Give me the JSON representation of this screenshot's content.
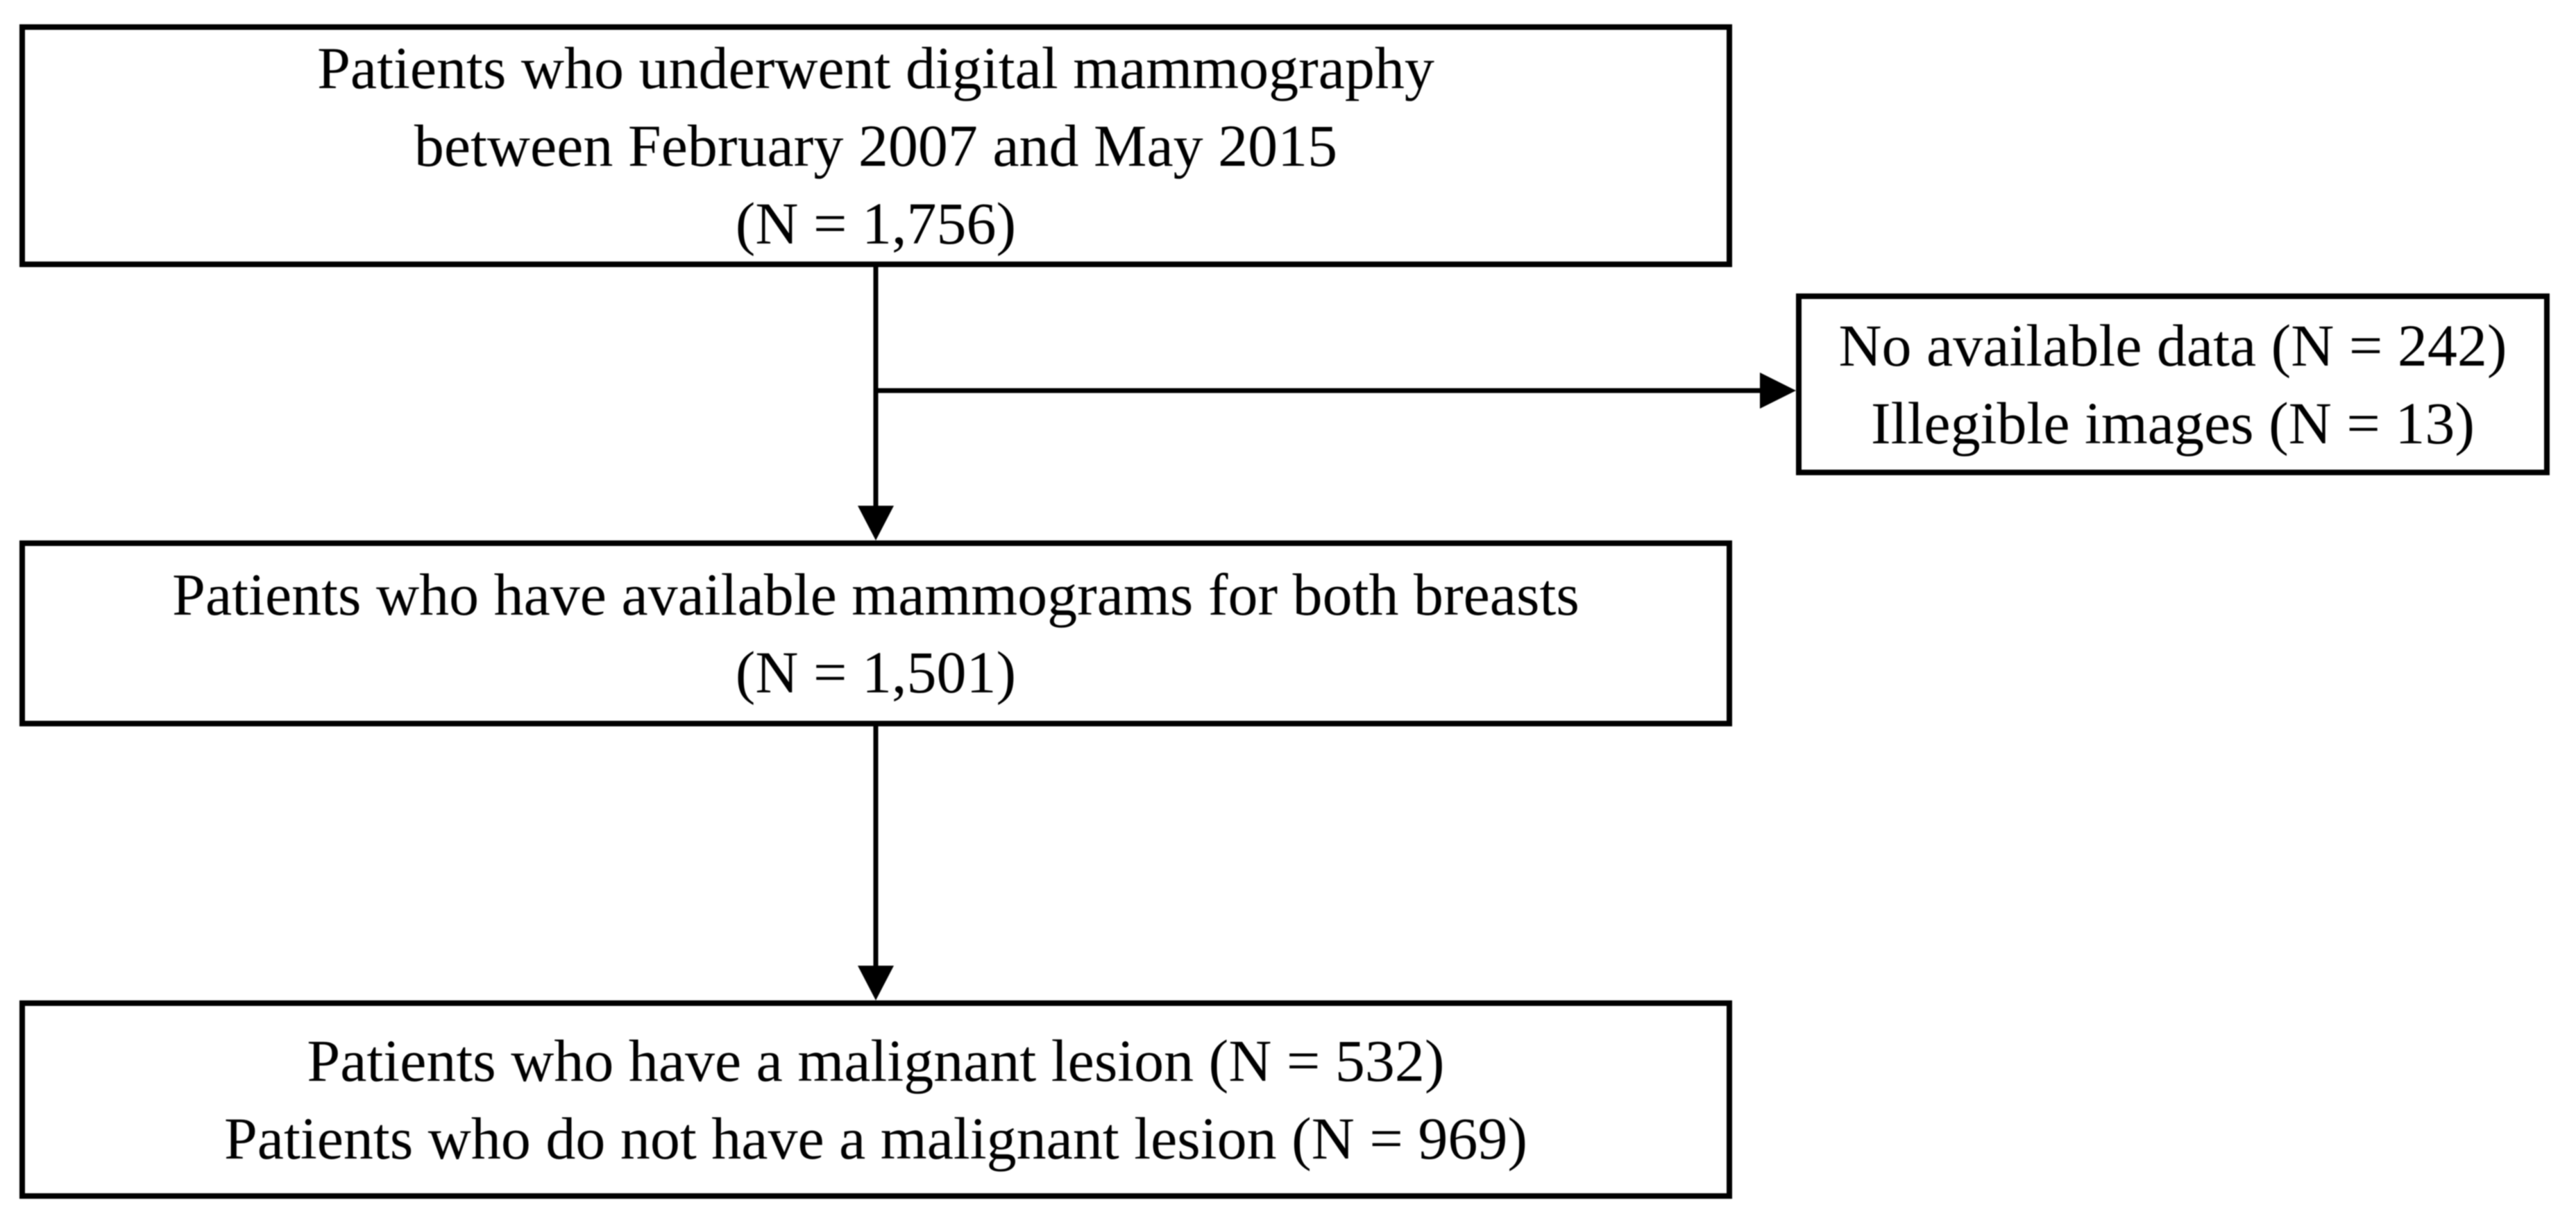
{
  "flowchart": {
    "boxes": {
      "population": {
        "line1": "Patients who underwent digital mammography",
        "line2": "between February 2007 and May 2015",
        "line3": "(N = 1,756)"
      },
      "excluded": {
        "line1": "No available data (N = 242)",
        "line2": "Illegible images (N = 13)"
      },
      "available": {
        "line1": "Patients who have available mammograms for both breasts",
        "line2": "(N = 1,501)"
      },
      "outcome": {
        "line1": "Patients who have a malignant lesion (N = 532)",
        "line2": "Patients who do not have a malignant lesion (N = 969)"
      }
    },
    "colors": {
      "border": "#000000",
      "background": "#ffffff",
      "text": "#000000",
      "connector": "#000000"
    }
  }
}
